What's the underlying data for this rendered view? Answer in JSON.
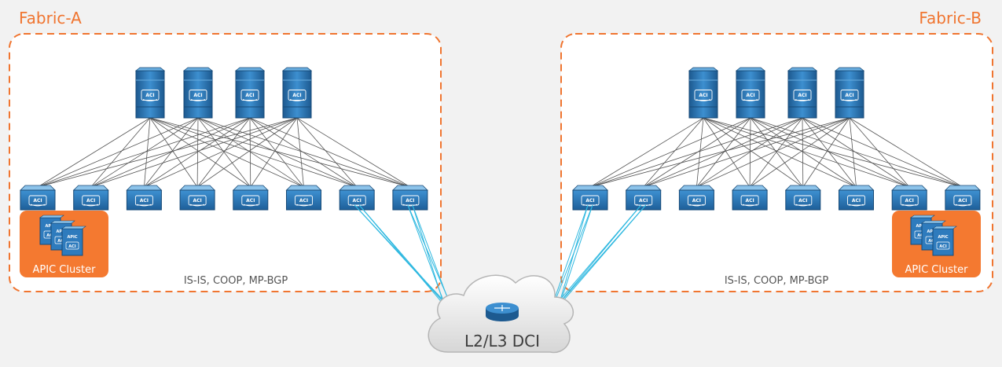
{
  "fabrics": [
    {
      "id": "a",
      "title": "Fabric-A",
      "protocols": "IS-IS, COOP, MP-BGP",
      "apic_label": "APIC Cluster",
      "spine_count": 4,
      "leaf_count": 8,
      "dci_leaf_indices": [
        6,
        7
      ]
    },
    {
      "id": "b",
      "title": "Fabric-B",
      "protocols": "IS-IS, COOP, MP-BGP",
      "apic_label": "APIC Cluster",
      "spine_count": 4,
      "leaf_count": 8,
      "dci_leaf_indices": [
        0,
        1
      ]
    }
  ],
  "device_label": "ACI",
  "apic_server_label": "APIC",
  "dci": {
    "label": "L2/L3 DCI"
  },
  "colors": {
    "accent": "#f07530",
    "device_blue": "#2e7bbd",
    "device_dark": "#1d5a90",
    "fabric_link": "#555555",
    "dci_link": "#2eb8e0",
    "background": "#f2f2f2"
  }
}
